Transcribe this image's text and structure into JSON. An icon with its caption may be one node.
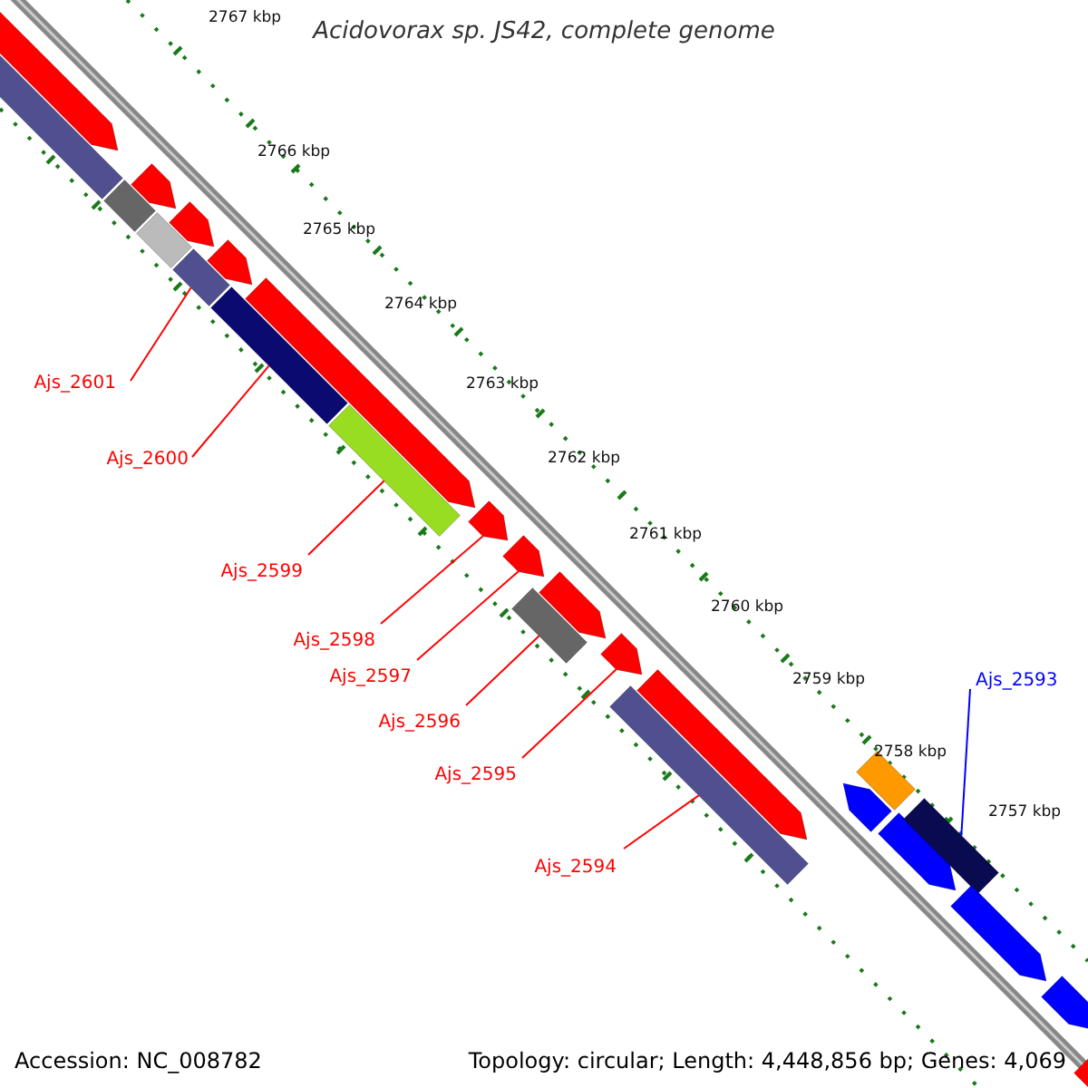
{
  "diagram": {
    "title": "Acidovorax sp. JS42, complete genome",
    "nodes": [
      {
        "text": [
          "Ajs_2601"
        ]
      },
      {
        "text": [
          "Ajs_2600"
        ]
      },
      {
        "text": [
          "Ajs_2599"
        ]
      },
      {
        "text": [
          "Ajs_2598"
        ]
      },
      {
        "text": [
          "Ajs_2597"
        ]
      },
      {
        "text": [
          "Ajs_2596"
        ]
      },
      {
        "text": [
          "Ajs_2595"
        ]
      },
      {
        "text": [
          "Ajs_2594"
        ]
      },
      {
        "text": [
          "Ajs_2593"
        ]
      },
      {
        "text": [],
        "shape": "bar"
      },
      {
        "text": [],
        "shape": "bar"
      },
      {
        "text": [],
        "shape": "bar"
      },
      {
        "text": [],
        "shape": "bar"
      },
      {
        "text": [],
        "shape": "bar"
      },
      {
        "text": [],
        "shape": "bar"
      },
      {
        "text": [],
        "shape": "bar"
      },
      {
        "text": [],
        "shape": "bar"
      },
      {
        "text": [],
        "shape": "bar"
      },
      {
        "text": [],
        "shape": "bar"
      },
      {
        "text": [],
        "shape": "bar"
      },
      {
        "text": [],
        "shape": "bar"
      },
      {
        "text": [],
        "shape": "bar"
      },
      {
        "text": [],
        "shape": "bar"
      },
      {
        "text": [],
        "shape": "bar"
      },
      {
        "text": [],
        "shape": "bar"
      },
      {
        "text": [],
        "shape": "bar"
      },
      {
        "text": [],
        "shape": "bar"
      },
      {
        "text": [],
        "shape": "bar"
      },
      {
        "text": [],
        "shape": "bar"
      },
      {
        "text": [],
        "shape": "bar"
      },
      {
        "text": [],
        "shape": "bar"
      },
      {
        "text": [],
        "shape": "bar"
      },
      {
        "text": [],
        "shape": "bar"
      },
      {
        "text": [],
        "shape": "bar"
      }
    ],
    "edges": [
      {
        "from": 0,
        "to": 15,
        "arrow": "none"
      },
      {
        "from": 1,
        "to": 17,
        "arrow": "none"
      },
      {
        "from": 2,
        "to": 19,
        "arrow": "none"
      },
      {
        "from": 3,
        "to": 20,
        "arrow": "none"
      },
      {
        "from": 4,
        "to": 21,
        "arrow": "none"
      },
      {
        "from": 5,
        "to": 22,
        "arrow": "none"
      },
      {
        "from": 6,
        "to": 24,
        "arrow": "none"
      },
      {
        "from": 7,
        "to": 25,
        "arrow": "none"
      },
      {
        "from": 8,
        "to": 30,
        "arrow": "none",
        "color": "#0000ff"
      }
    ],
    "labels": [
      "2767 kbp",
      "2766 kbp",
      "2765 kbp",
      "2764 kbp",
      "2763 kbp",
      "2762 kbp",
      "2761 kbp",
      "2760 kbp",
      "2759 kbp",
      "2758 kbp",
      "2757 kbp",
      "Accession: NC_008782",
      "Topology: circular; Length: 4,448,856 bp; Genes: 4,069"
    ]
  }
}
